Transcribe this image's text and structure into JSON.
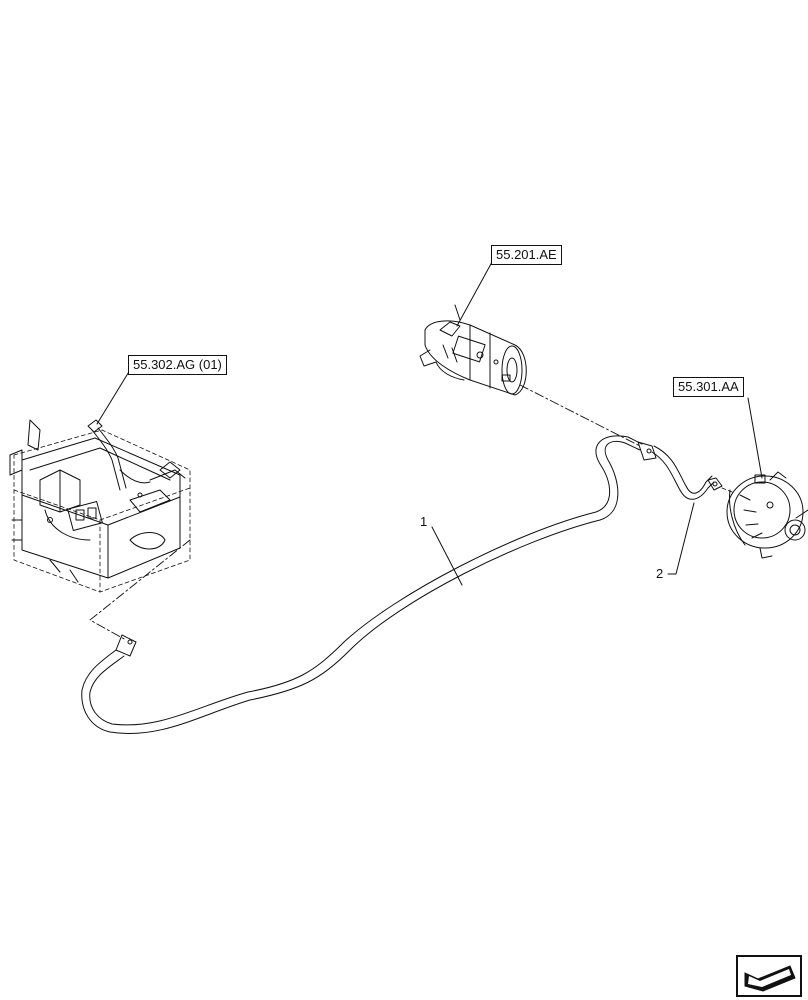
{
  "references": {
    "left_assembly": "55.302.AG (01)",
    "starter": "55.201.AE",
    "alternator": "55.301.AA"
  },
  "callouts": {
    "item_1": "1",
    "item_2": "2"
  },
  "parts": {
    "left_assembly": "battery-disconnect-assembly",
    "starter": "starter-motor",
    "alternator": "alternator",
    "cable_1": "ground-cable",
    "cable_2": "alternator-cable"
  },
  "icons": {
    "nav": "next-page-arrow-icon"
  },
  "colors": {
    "line": "#111111",
    "background": "#ffffff"
  }
}
